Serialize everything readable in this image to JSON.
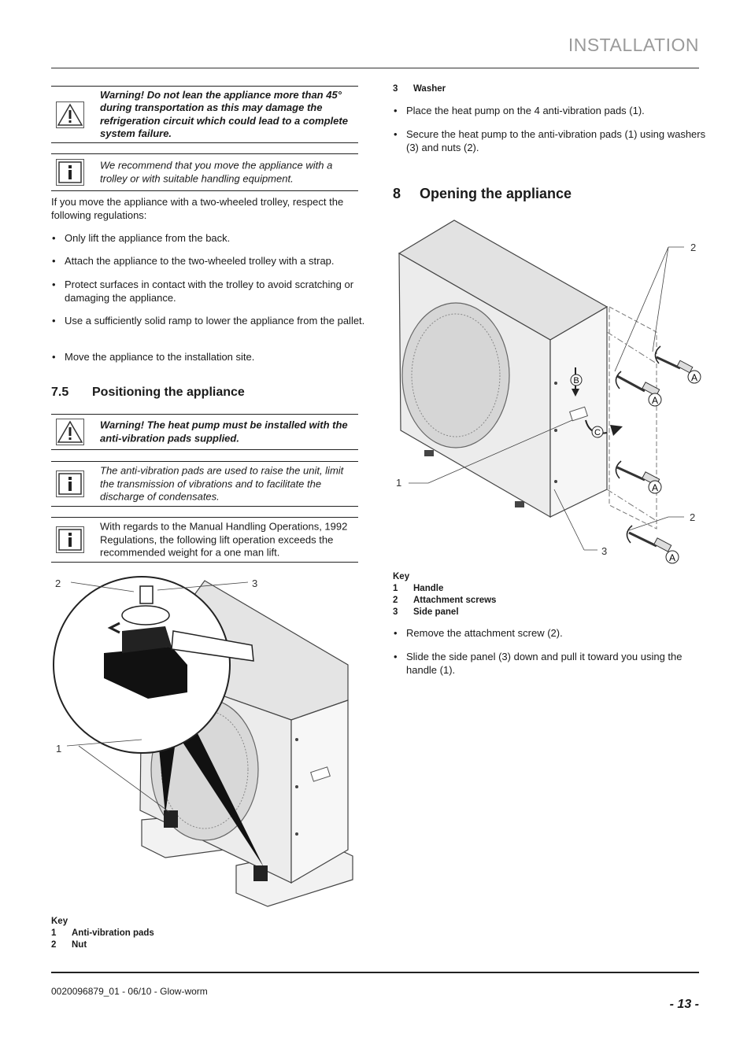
{
  "header": {
    "section_title": "INSTALLATION"
  },
  "left": {
    "warning1": "Warning! Do not lean the appliance more than 45° during transportation as this may damage the refrigeration circuit which could lead to a complete system failure.",
    "info1": "We recommend that you move the appliance with a trolley or with suitable handling equipment.",
    "intro": "If you move the appliance with a two-wheeled trolley, respect the following regulations:",
    "bullets": [
      "Only lift the appliance from the back.",
      "Attach the appliance to the two-wheeled trolley with a strap.",
      "Protect surfaces in contact with the trolley to avoid scratching or damaging the appliance.",
      "Use a sufficiently solid ramp to lower the appliance from the pallet.",
      "Move the appliance to the installation site."
    ],
    "section": {
      "number": "7.5",
      "title": "Positioning the appliance"
    },
    "warning2": "Warning! The heat pump must be installed with the anti-vibration pads supplied.",
    "info2": "The anti-vibration pads are used to raise the unit, limit the transmission of vibrations and to facilitate the discharge of condensates.",
    "info3": "With regards to the Manual Handling Operations, 1992 Regulations, the following lift operation exceeds the recommended weight for a one man lift.",
    "figure_callouts": [
      "2",
      "3",
      "1"
    ],
    "key_title": "Key",
    "key": [
      {
        "n": "1",
        "label": "Anti-vibration pads"
      },
      {
        "n": "2",
        "label": "Nut"
      }
    ]
  },
  "right": {
    "key_cont": {
      "n": "3",
      "label": "Washer"
    },
    "bullets1": [
      "Place the heat pump on the 4 anti-vibration pads (1).",
      "Secure the heat pump to the anti-vibration pads (1) using washers (3) and nuts (2)."
    ],
    "section": {
      "number": "8",
      "title": "Opening the appliance"
    },
    "figure_callouts": [
      "2",
      "1",
      "2",
      "3"
    ],
    "figure_letters": [
      "B",
      "C",
      "A",
      "A",
      "A",
      "A"
    ],
    "key_title": "Key",
    "key": [
      {
        "n": "1",
        "label": "Handle"
      },
      {
        "n": "2",
        "label": "Attachment screws"
      },
      {
        "n": "3",
        "label": "Side panel"
      }
    ],
    "bullets2": [
      "Remove the attachment screw (2).",
      "Slide the side panel (3) down and pull it toward you using the handle (1)."
    ]
  },
  "footer": {
    "doc_ref": "0020096879_01 - 06/10 - Glow-worm",
    "page_number": "- 13 -"
  }
}
